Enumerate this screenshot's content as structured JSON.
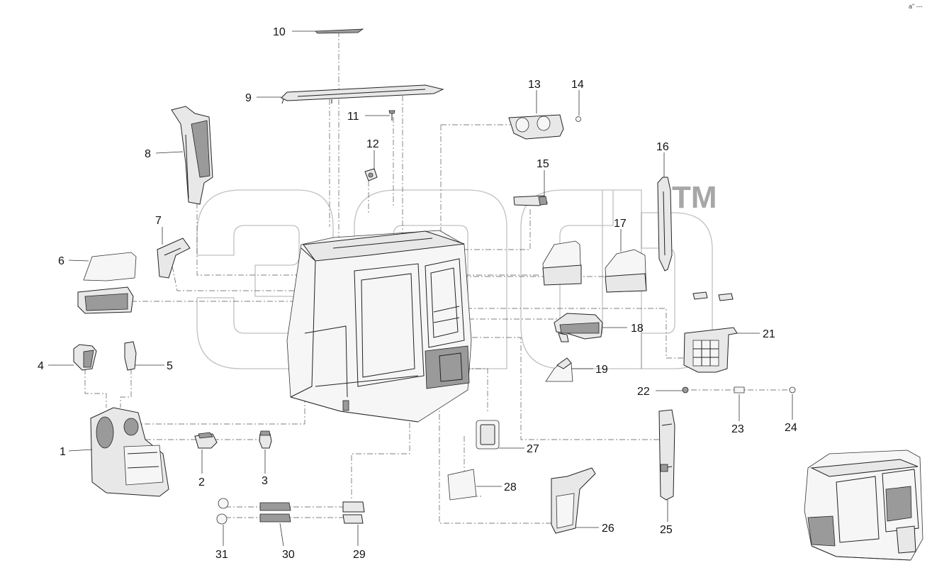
{
  "corner_mark": "a\" ---",
  "watermark": {
    "mark": "TM"
  },
  "callouts": [
    {
      "id": "1",
      "text": "1"
    },
    {
      "id": "2",
      "text": "2"
    },
    {
      "id": "3",
      "text": "3"
    },
    {
      "id": "4",
      "text": "4"
    },
    {
      "id": "5",
      "text": "5"
    },
    {
      "id": "6",
      "text": "6"
    },
    {
      "id": "7",
      "text": "7"
    },
    {
      "id": "8",
      "text": "8"
    },
    {
      "id": "9",
      "text": "9"
    },
    {
      "id": "10",
      "text": "10"
    },
    {
      "id": "11",
      "text": "11"
    },
    {
      "id": "12",
      "text": "12"
    },
    {
      "id": "13",
      "text": "13"
    },
    {
      "id": "14",
      "text": "14"
    },
    {
      "id": "15",
      "text": "15"
    },
    {
      "id": "16",
      "text": "16"
    },
    {
      "id": "17",
      "text": "17"
    },
    {
      "id": "18",
      "text": "18"
    },
    {
      "id": "19",
      "text": "19"
    },
    {
      "id": "21",
      "text": "21"
    },
    {
      "id": "22",
      "text": "22"
    },
    {
      "id": "23",
      "text": "23"
    },
    {
      "id": "24",
      "text": "24"
    },
    {
      "id": "25",
      "text": "25"
    },
    {
      "id": "26",
      "text": "26"
    },
    {
      "id": "27",
      "text": "27"
    },
    {
      "id": "28",
      "text": "28"
    },
    {
      "id": "29",
      "text": "29"
    },
    {
      "id": "30",
      "text": "30"
    },
    {
      "id": "31",
      "text": "31"
    }
  ]
}
